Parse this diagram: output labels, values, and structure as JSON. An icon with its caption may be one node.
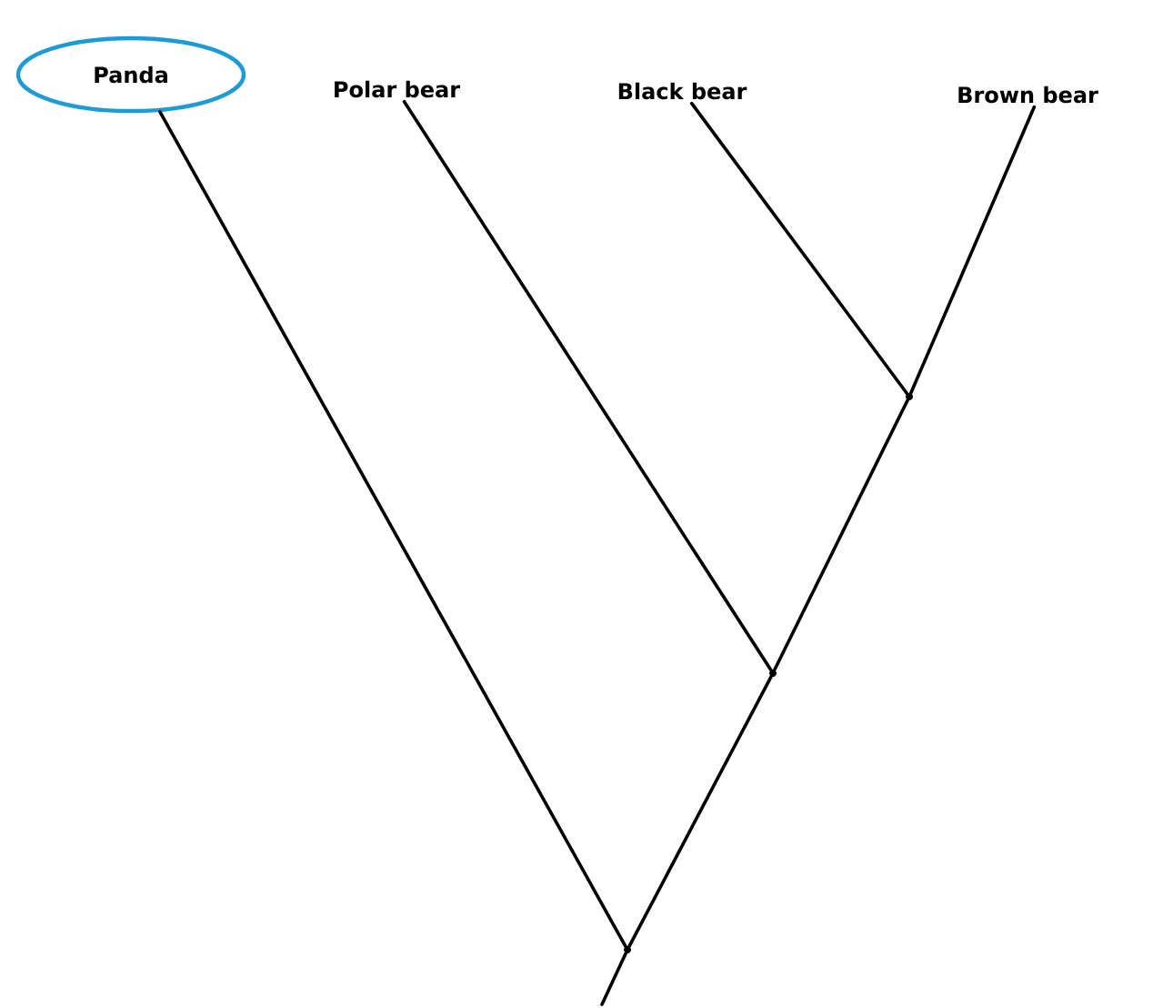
{
  "diagram": {
    "nodes": [
      {
        "text": [
          "Panda"
        ]
      },
      {
        "text": [
          "Polar bear"
        ]
      },
      {
        "text": [
          "Black bear"
        ]
      },
      {
        "text": [
          "Brown bear"
        ]
      },
      {
        "text": [],
        "shape": "circle"
      },
      {
        "text": [],
        "shape": "circle"
      },
      {
        "text": [],
        "shape": "circle"
      }
    ],
    "edges": [
      {
        "from": 4,
        "to": 2,
        "arrow": "none"
      },
      {
        "from": 4,
        "to": 3,
        "arrow": "none"
      },
      {
        "from": 5,
        "to": 1,
        "arrow": "none"
      },
      {
        "from": 5,
        "to": 4,
        "arrow": "none"
      },
      {
        "from": 6,
        "to": 0,
        "arrow": "none"
      },
      {
        "from": 6,
        "to": 5,
        "arrow": "none"
      },
      {
        "from": null,
        "to": 6,
        "arrow": "none"
      }
    ]
  }
}
